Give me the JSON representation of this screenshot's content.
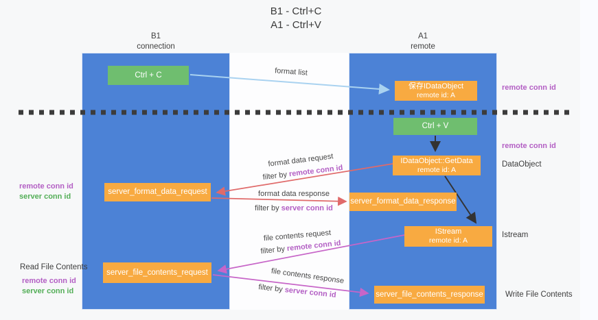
{
  "title": {
    "line1": "B1 - Ctrl+C",
    "line2": "A1 - Ctrl+V"
  },
  "lifelines": {
    "b1": {
      "name": "B1",
      "role": "connection"
    },
    "a1": {
      "name": "A1",
      "role": "remote"
    }
  },
  "nodes": {
    "ctrl_c": {
      "label": "Ctrl + C"
    },
    "ctrl_v": {
      "label": "Ctrl + V"
    },
    "save_dataobject": {
      "line1": "保存IDataObject",
      "line2": "remote id: A"
    },
    "getdata": {
      "line1": "IDataObject::GetData",
      "line2": "remote id: A"
    },
    "istream": {
      "line1": "IStream",
      "line2": "remote id: A"
    },
    "server_format_data_request": {
      "label": "server_format_data_request"
    },
    "server_format_data_response": {
      "label": "server_format_data_response"
    },
    "server_file_contents_request": {
      "label": "server_file_contents_request"
    },
    "server_file_contents_response": {
      "label": "server_file_contents_response"
    }
  },
  "flow_labels": {
    "format_list": "format list",
    "format_data_request": "format data request",
    "format_data_response": "format data response",
    "file_contents_request": "file contents request",
    "file_contents_response": "file contents response",
    "filter_by": "filter by",
    "remote_conn_id": "remote conn id",
    "server_conn_id": "server conn id"
  },
  "side_labels": {
    "right_remote_conn_id_top": "remote conn id",
    "right_remote_conn_id_mid": "remote conn id",
    "dataobject": "DataObject",
    "istream": "Istream",
    "write_file_contents": "Write File Contents",
    "left_remote_conn_id_mid": "remote conn id",
    "left_server_conn_id_mid": "server conn id",
    "read_file_contents": "Read File Contents",
    "left_remote_conn_id_bottom": "remote conn id",
    "left_server_conn_id_bottom": "server conn id"
  },
  "colors": {
    "column_blue": "#4c82d6",
    "box_orange": "#f8aa41",
    "box_green": "#6fbe6f",
    "arrow_red": "#e06a6a",
    "arrow_magenta": "#c765c8",
    "arrow_light_blue": "#a9d2f0",
    "arrow_black": "#333333",
    "dashed_divider": "#3c3c3c",
    "text_purple": "#b35fc4",
    "text_green": "#53ae57"
  }
}
